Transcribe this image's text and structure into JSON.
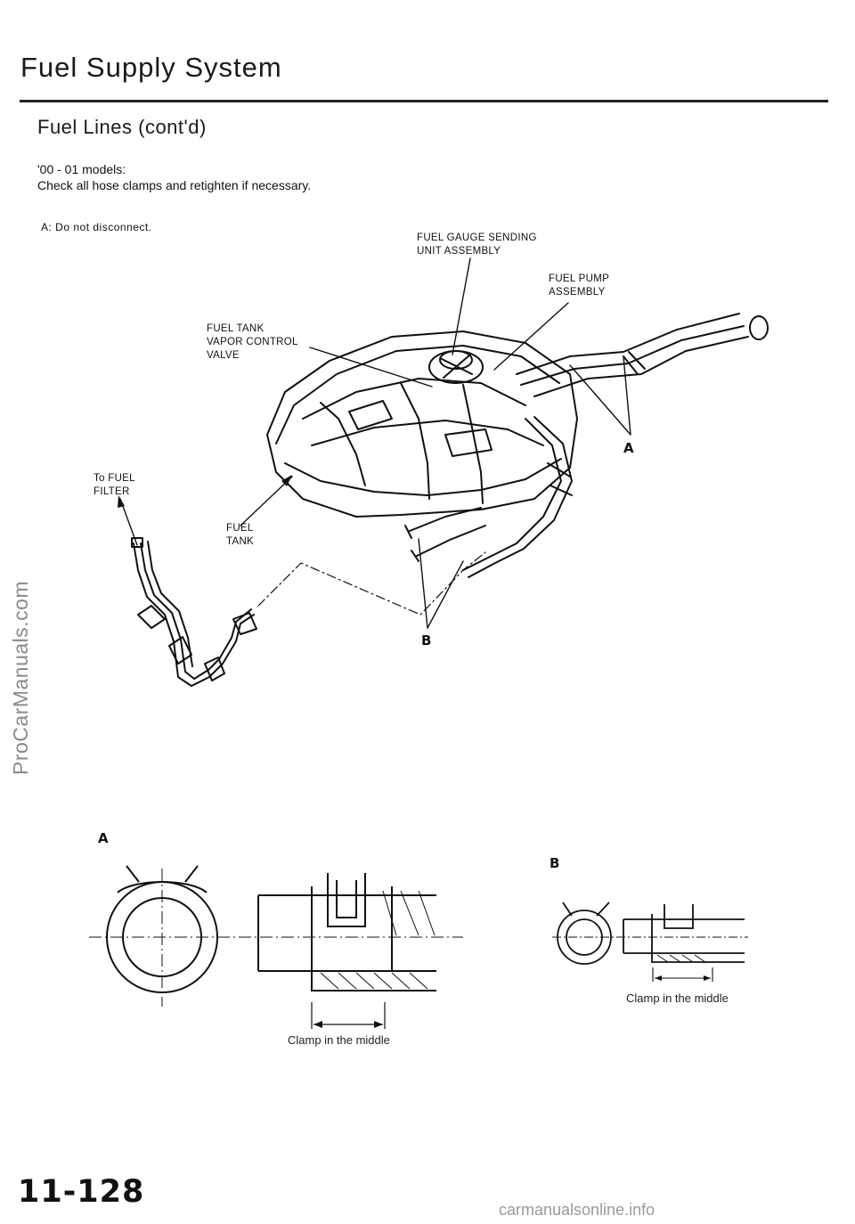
{
  "header": {
    "section_title": "Fuel Supply System",
    "subsection_title": "Fuel Lines (cont'd)"
  },
  "intro": {
    "models": "'00 - 01 models:",
    "instruction": "Check all hose clamps and retighten if necessary."
  },
  "legend": {
    "note": "A: Do not disconnect."
  },
  "diagram_labels": {
    "gauge_sending_unit": "FUEL GAUGE SENDING\nUNIT ASSEMBLY",
    "fuel_pump": "FUEL PUMP\nASSEMBLY",
    "vapor_valve": "FUEL TANK\nVAPOR CONTROL\nVALVE",
    "to_filter": "To FUEL\nFILTER",
    "fuel_tank": "FUEL\nTANK",
    "callout_a": "A",
    "callout_b": "B"
  },
  "details": {
    "detail_a_letter": "A",
    "detail_b_letter": "B",
    "detail_a_caption": "Clamp in the middle",
    "detail_b_caption": "Clamp in the middle"
  },
  "footer": {
    "page_number": "11-128",
    "watermark_side": "ProCarManuals.com",
    "watermark_bottom": "carmanualsonline.info"
  }
}
